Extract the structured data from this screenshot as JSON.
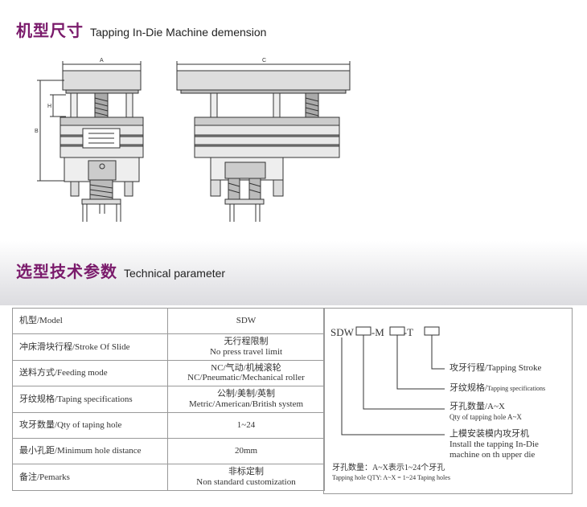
{
  "section1": {
    "title_cn": "机型尺寸",
    "title_en": "Tapping In-Die Machine demension"
  },
  "dims": {
    "a": "A",
    "b": "B",
    "c": "C",
    "h": "H"
  },
  "section2": {
    "title_cn": "选型技术参数",
    "title_en": "Technical parameter"
  },
  "params": [
    {
      "key": "机型/Model",
      "value": [
        "SDW"
      ]
    },
    {
      "key": "冲床滑块行程/Stroke Of Slide",
      "value": [
        "无行程限制",
        "No press travel limit"
      ]
    },
    {
      "key": "送料方式/Feeding mode",
      "value": [
        "NC/气动/机械滚轮",
        "NC/Pneumatic/Mechanical roller"
      ]
    },
    {
      "key": "牙纹规格/Taping specifications",
      "value": [
        "公制/美制/英制",
        "Metric/American/British system"
      ]
    },
    {
      "key": "攻牙数量/Qty of taping hole",
      "value": [
        "1~24"
      ]
    },
    {
      "key": "最小孔距/Minimum hole distance",
      "value": [
        "20mm"
      ]
    },
    {
      "key": "备注/Pemarks",
      "value": [
        "非标定制",
        "Non standard customization"
      ]
    }
  ],
  "code": {
    "prefix": "SDW",
    "sep1": "-M",
    "sep2": "-T",
    "stroke_label": "攻牙行程/Tapping Stroke",
    "spec_label_cn": "牙纹规格/",
    "spec_label_en": "Tapping specifications",
    "qty_label_1": "牙孔数量/A~X",
    "qty_label_2": "Qty of tapping hole A~X",
    "install_label_1": "上模安装模内攻牙机",
    "install_label_2": "Install the tapping In-Die",
    "install_label_3": "machine on th upper die",
    "note_cn": "牙孔数量：A~X表示1~24个牙孔",
    "note_en": "Tapping hole QTY: A~X = 1~24 Taping holes"
  }
}
